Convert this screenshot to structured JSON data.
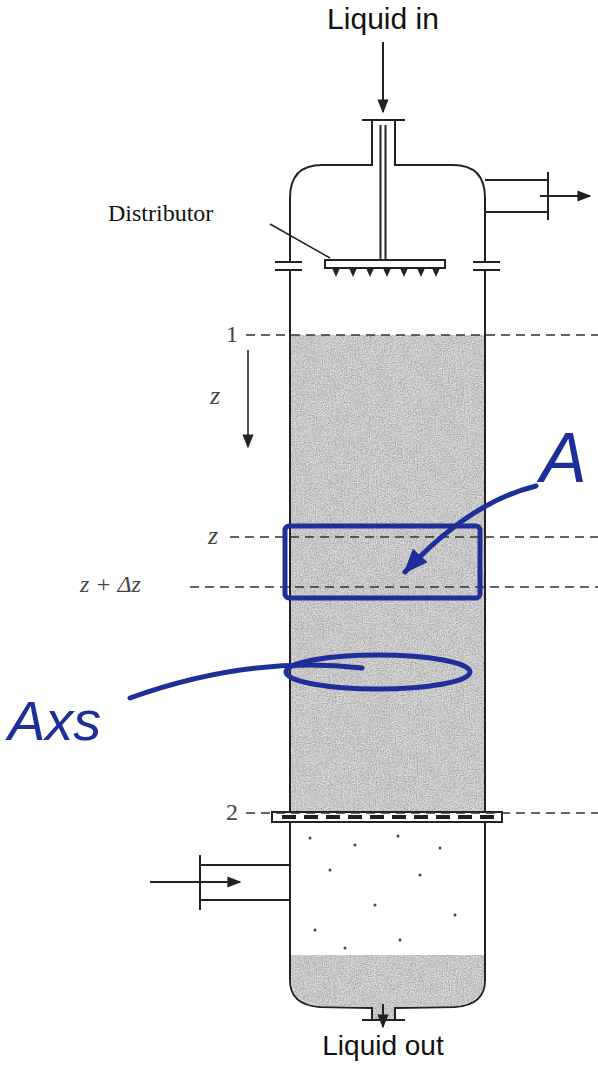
{
  "diagram": {
    "labels": [
      "Liquid in",
      "Distributor",
      "1",
      "z",
      "z",
      "z + Δz",
      "2",
      "Liquid out",
      "A",
      "Axs"
    ]
  }
}
